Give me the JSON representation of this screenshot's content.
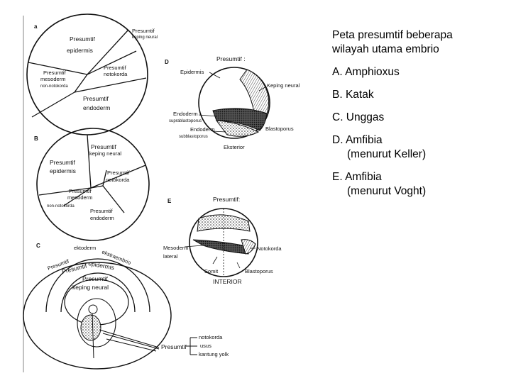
{
  "caption": {
    "title_line1": "Peta presumtif beberapa",
    "title_line2": "wilayah utama embrio",
    "items": [
      "A. Amphioxus",
      "B. Katak",
      "C. Unggas",
      "D. Amfibia",
      "E. Amfibia"
    ],
    "item_d_note": "(menurut Keller)",
    "item_e_note": "(menurut Voght)"
  },
  "figure": {
    "panel_a": {
      "letter": "a",
      "epidermis_1": "Presumtif",
      "epidermis_2": "epidermis",
      "neural_1": "Presumtif",
      "neural_2": "keping neural",
      "notokorda_1": "Presumtif",
      "notokorda_2": "notokorda",
      "mesoderm_1": "Presumtif",
      "mesoderm_2": "mesoderm",
      "mesoderm_3": "non-notokorda",
      "endoderm_1": "Presumtif",
      "endoderm_2": "endoderm"
    },
    "panel_b": {
      "letter": "B",
      "neural_1": "Presumtif",
      "neural_2": "keping neural",
      "epidermis_1": "Presumtif",
      "epidermis_2": "epidermis",
      "notokorda_1": "Presumtif",
      "notokorda_2": "notokorda",
      "mesoderm_1": "Presumtif",
      "mesoderm_2": "mesoderm",
      "mesoderm_3": "non-notokorda",
      "endoderm_1": "Presumtif",
      "endoderm_2": "endoderm"
    },
    "panel_c": {
      "letter": "C",
      "ektoderm": "ektoderm",
      "ekstraembrio": "ekstraembrio",
      "presumtif_left": "Presumtif",
      "presumtif_ring": "Presumtif",
      "epidermis": "epidermis",
      "neural_1": "Presumtif",
      "neural_2": "keping neural",
      "presumtif_bottom": "Presumtif",
      "notokorda": "notokorda",
      "usus": "usus",
      "kantung_yolk": "kantung yolk"
    },
    "panel_d": {
      "letter": "D",
      "presumtif": "Presumtif :",
      "epidermis": "Epidermis",
      "keping_neural": "Keping neural",
      "endoderm_1": "Endoderm",
      "endoderm_2": "suprablastoporus",
      "endoderm_3": "Endoderm",
      "endoderm_4": "subblastoporus",
      "blastoporus": "Blastoporus",
      "eksterior": "Eksterior"
    },
    "panel_e": {
      "letter": "E",
      "presumtif": "Presumtif:",
      "mesoderm_1": "Mesoderm",
      "mesoderm_2": "lateral",
      "notokorda": "Notokorda",
      "blastoporus": "Blastoporus",
      "somit": "Somit",
      "interior": "INTERIOR"
    }
  }
}
